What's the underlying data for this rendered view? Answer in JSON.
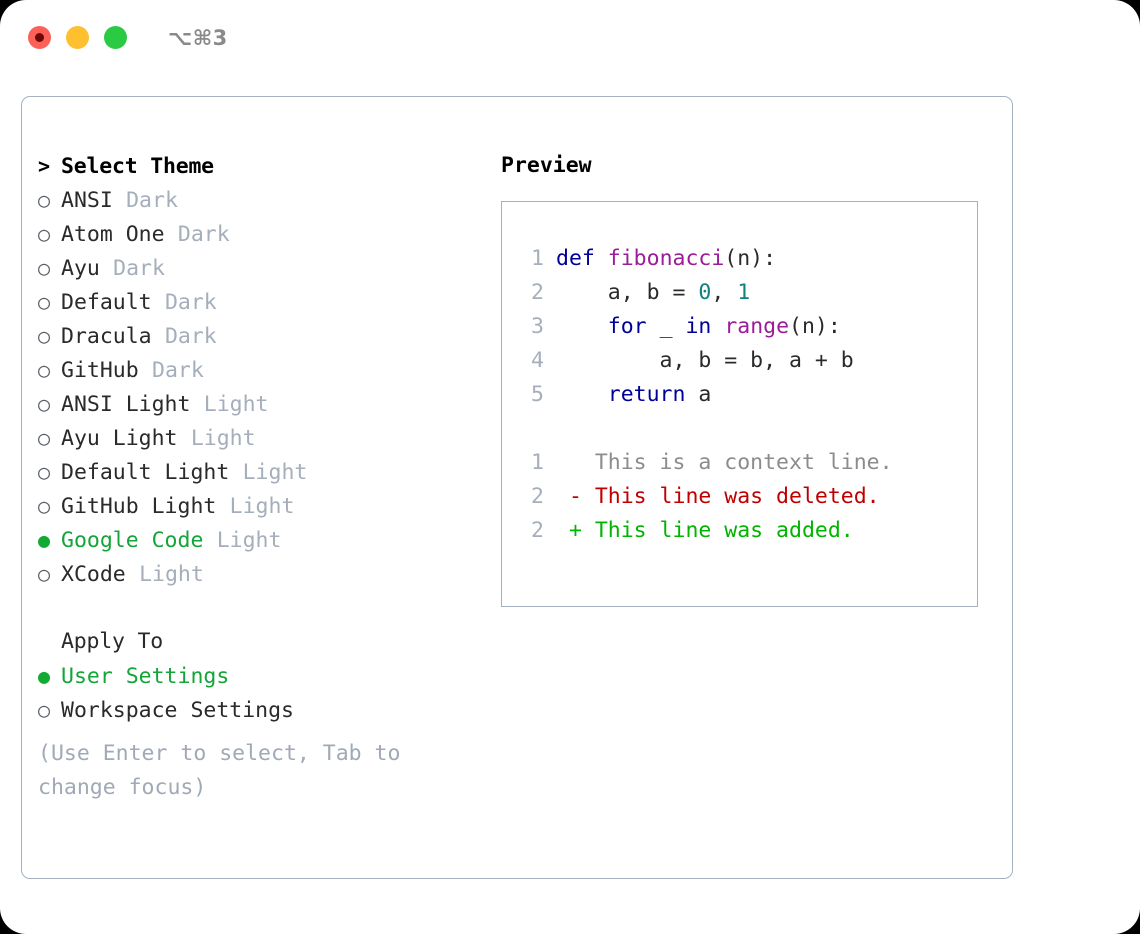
{
  "titlebar": {
    "traffic_lights": [
      {
        "name": "close",
        "color": "#fc6058"
      },
      {
        "name": "minimize",
        "color": "#fec02f"
      },
      {
        "name": "maximize",
        "color": "#2aca44"
      }
    ],
    "shortcut": "⌥⌘3"
  },
  "theme_picker": {
    "header": {
      "prefix": ">",
      "label": "Select Theme"
    },
    "items": [
      {
        "marker": "○",
        "selected": false,
        "label": "ANSI",
        "variant": "Dark"
      },
      {
        "marker": "○",
        "selected": false,
        "label": "Atom One",
        "variant": "Dark"
      },
      {
        "marker": "○",
        "selected": false,
        "label": "Ayu",
        "variant": "Dark"
      },
      {
        "marker": "○",
        "selected": false,
        "label": "Default",
        "variant": "Dark"
      },
      {
        "marker": "○",
        "selected": false,
        "label": "Dracula",
        "variant": "Dark"
      },
      {
        "marker": "○",
        "selected": false,
        "label": "GitHub",
        "variant": "Dark"
      },
      {
        "marker": "○",
        "selected": false,
        "label": "ANSI Light",
        "variant": "Light"
      },
      {
        "marker": "○",
        "selected": false,
        "label": "Ayu Light",
        "variant": "Light"
      },
      {
        "marker": "○",
        "selected": false,
        "label": "Default Light",
        "variant": "Light"
      },
      {
        "marker": "○",
        "selected": false,
        "label": "GitHub Light",
        "variant": "Light"
      },
      {
        "marker": "●",
        "selected": true,
        "label": "Google Code",
        "variant": "Light"
      },
      {
        "marker": "○",
        "selected": false,
        "label": "XCode",
        "variant": "Light"
      }
    ]
  },
  "apply_to": {
    "header": {
      "prefix": "",
      "label": "Apply To"
    },
    "items": [
      {
        "marker": "●",
        "selected": true,
        "label": "User Settings"
      },
      {
        "marker": "○",
        "selected": false,
        "label": "Workspace Settings"
      }
    ]
  },
  "hint": "(Use Enter to select, Tab to change focus)",
  "preview": {
    "title": "Preview",
    "code_lines": [
      {
        "num": "1",
        "tokens": [
          {
            "t": "def",
            "c": "kw"
          },
          {
            "t": " ",
            "c": "pl"
          },
          {
            "t": "fibonacci",
            "c": "fn"
          },
          {
            "t": "(n):",
            "c": "pl"
          }
        ]
      },
      {
        "num": "2",
        "tokens": [
          {
            "t": "    a, b = ",
            "c": "pl"
          },
          {
            "t": "0",
            "c": "num"
          },
          {
            "t": ", ",
            "c": "pl"
          },
          {
            "t": "1",
            "c": "num"
          }
        ]
      },
      {
        "num": "3",
        "tokens": [
          {
            "t": "    ",
            "c": "pl"
          },
          {
            "t": "for",
            "c": "kw"
          },
          {
            "t": " _ ",
            "c": "pl"
          },
          {
            "t": "in",
            "c": "kw"
          },
          {
            "t": " ",
            "c": "pl"
          },
          {
            "t": "range",
            "c": "fn"
          },
          {
            "t": "(n):",
            "c": "pl"
          }
        ]
      },
      {
        "num": "4",
        "tokens": [
          {
            "t": "        a, b = b, a + b",
            "c": "pl"
          }
        ]
      },
      {
        "num": "5",
        "tokens": [
          {
            "t": "    ",
            "c": "pl"
          },
          {
            "t": "return",
            "c": "kw"
          },
          {
            "t": " a",
            "c": "pl"
          }
        ]
      }
    ],
    "diff_lines": [
      {
        "num": "1",
        "sign": " ",
        "text": "This is a context line.",
        "kind": "ctx"
      },
      {
        "num": "2",
        "sign": "-",
        "text": "This line was deleted.",
        "kind": "del"
      },
      {
        "num": "2",
        "sign": "+",
        "text": "This line was added.",
        "kind": "add"
      }
    ]
  },
  "colors": {
    "accent_green": "#13a538",
    "muted": "#a5aebb",
    "border": "#a6b1c0",
    "keyword": "#000098",
    "function": "#9a1c9a",
    "number": "#108080",
    "diff_context": "#8c8c8c",
    "diff_deleted": "#c00000",
    "diff_added": "#00b400"
  }
}
